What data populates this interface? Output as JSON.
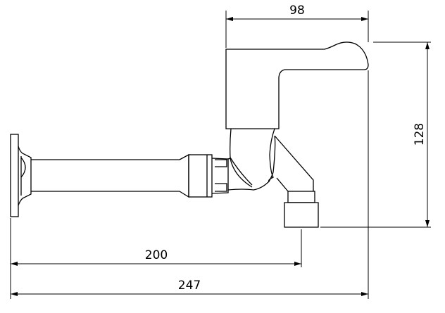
{
  "dimensions": {
    "top_width": "98",
    "height": "128",
    "spout_reach": "200",
    "overall_length": "247"
  }
}
